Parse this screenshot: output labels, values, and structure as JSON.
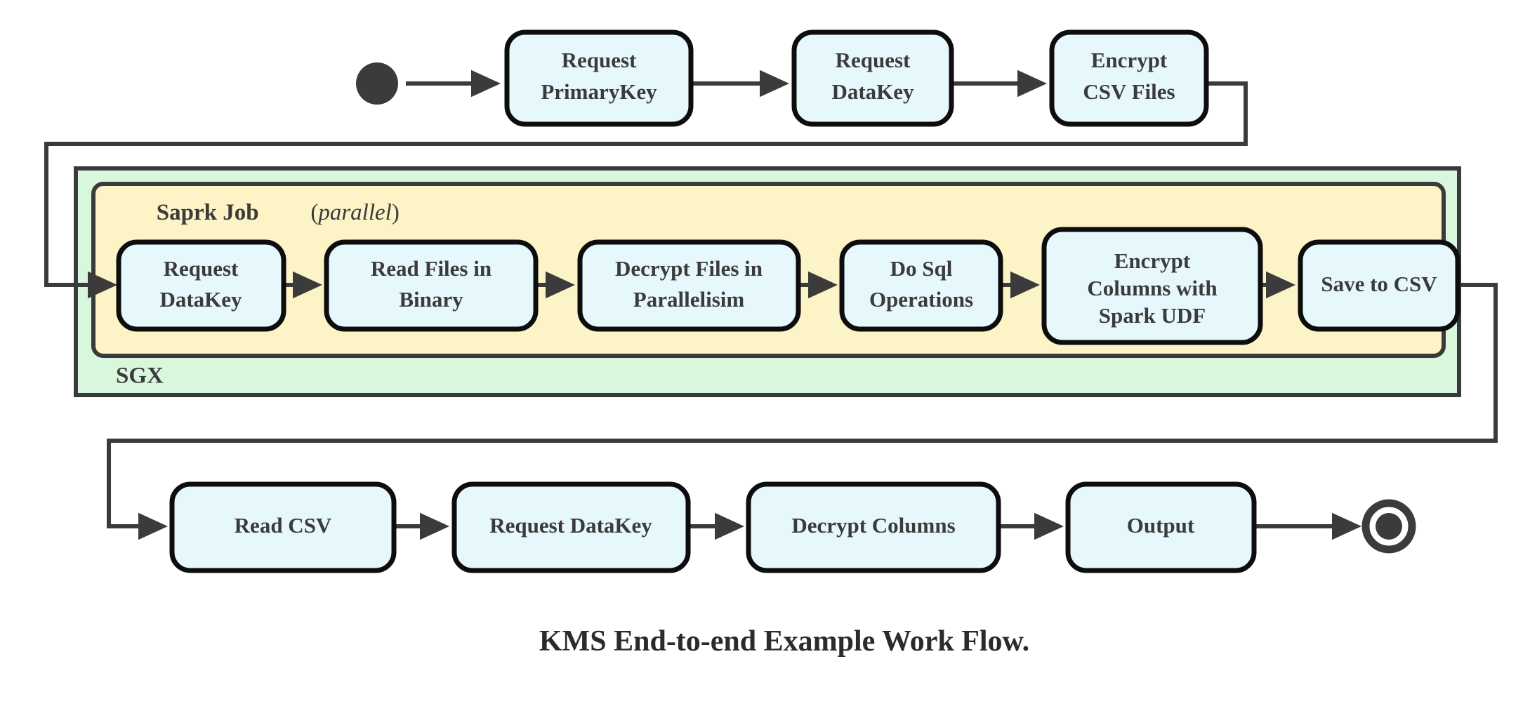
{
  "diagram": {
    "caption": "KMS End-to-end Example Work Flow.",
    "colors": {
      "node_fill": "#e6f8fc",
      "node_stroke": "#0d0d0d",
      "sgx_fill": "#d9f7dd",
      "spark_fill": "#fcf3c7",
      "edge": "#3b3b3b",
      "text": "#3b3b3b",
      "background": "#ffffff"
    },
    "start_node": {
      "name": "initial-state"
    },
    "end_node": {
      "name": "final-state"
    },
    "containers": {
      "outer": {
        "label": "SGX",
        "label_position": "bottom-left"
      },
      "inner": {
        "label_main": "Saprk Job",
        "label_paren_open": "(",
        "label_note": "parallel",
        "label_paren_close": ")",
        "label_position": "top-left"
      }
    },
    "rows": {
      "top": [
        {
          "id": "request-primarykey",
          "lines": [
            "Request",
            "PrimaryKey"
          ]
        },
        {
          "id": "request-datakey-top",
          "lines": [
            "Request",
            "DataKey"
          ]
        },
        {
          "id": "encrypt-csv-files",
          "lines": [
            "Encrypt",
            "CSV Files"
          ]
        }
      ],
      "middle": [
        {
          "id": "request-datakey-spark",
          "lines": [
            "Request",
            "DataKey"
          ]
        },
        {
          "id": "read-files-in-binary",
          "lines": [
            "Read Files in",
            "Binary"
          ]
        },
        {
          "id": "decrypt-files-in-parallelisim",
          "lines": [
            "Decrypt Files in",
            "Parallelisim"
          ]
        },
        {
          "id": "do-sql-operations",
          "lines": [
            "Do Sql",
            "Operations"
          ]
        },
        {
          "id": "encrypt-columns-with-spark-udf",
          "lines": [
            "Encrypt",
            "Columns with",
            "Spark UDF"
          ]
        },
        {
          "id": "save-to-csv",
          "lines": [
            "Save to CSV"
          ]
        }
      ],
      "bottom": [
        {
          "id": "read-csv",
          "lines": [
            "Read CSV"
          ]
        },
        {
          "id": "request-datakey-bottom",
          "lines": [
            "Request DataKey"
          ]
        },
        {
          "id": "decrypt-columns",
          "lines": [
            "Decrypt Columns"
          ]
        },
        {
          "id": "output",
          "lines": [
            "Output"
          ]
        }
      ]
    }
  }
}
